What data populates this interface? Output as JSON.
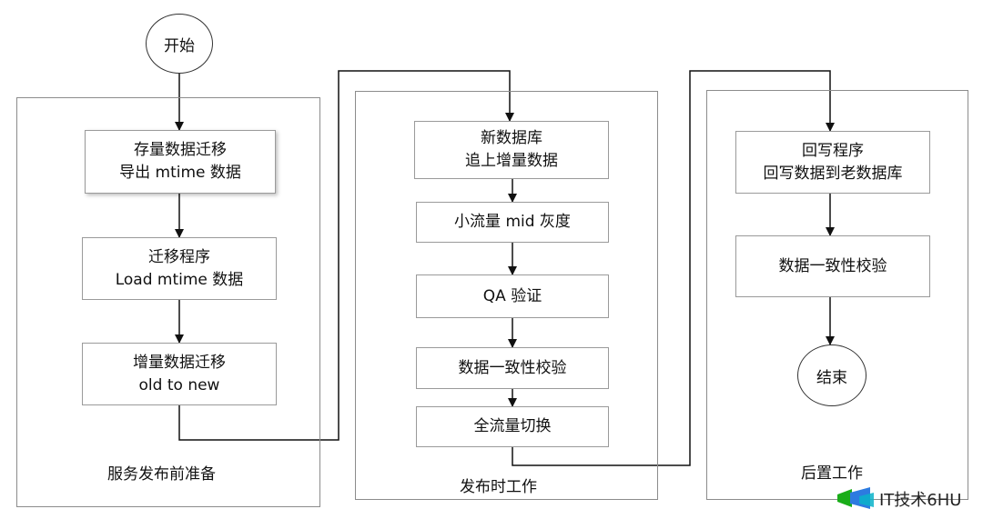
{
  "start": "开始",
  "end": "结束",
  "panels": {
    "prep": {
      "label": "服务发布前准备",
      "steps": [
        {
          "line1": "存量数据迁移",
          "line2": "导出 mtime 数据"
        },
        {
          "line1": "迁移程序",
          "line2": "Load mtime 数据"
        },
        {
          "line1": "增量数据迁移",
          "line2": "old to new"
        }
      ]
    },
    "release": {
      "label": "发布时工作",
      "steps": [
        {
          "line1": "新数据库",
          "line2": "追上增量数据"
        },
        {
          "line1": "小流量 mid 灰度"
        },
        {
          "line1": "QA 验证"
        },
        {
          "line1": "数据一致性校验"
        },
        {
          "line1": "全流量切换"
        }
      ]
    },
    "post": {
      "label": "后置工作",
      "steps": [
        {
          "line1": "回写程序",
          "line2": "回写数据到老数据库"
        },
        {
          "line1": "数据一致性校验"
        }
      ]
    }
  },
  "watermark": {
    "text": "IT技术6HU",
    "icon": "logo-icon"
  }
}
